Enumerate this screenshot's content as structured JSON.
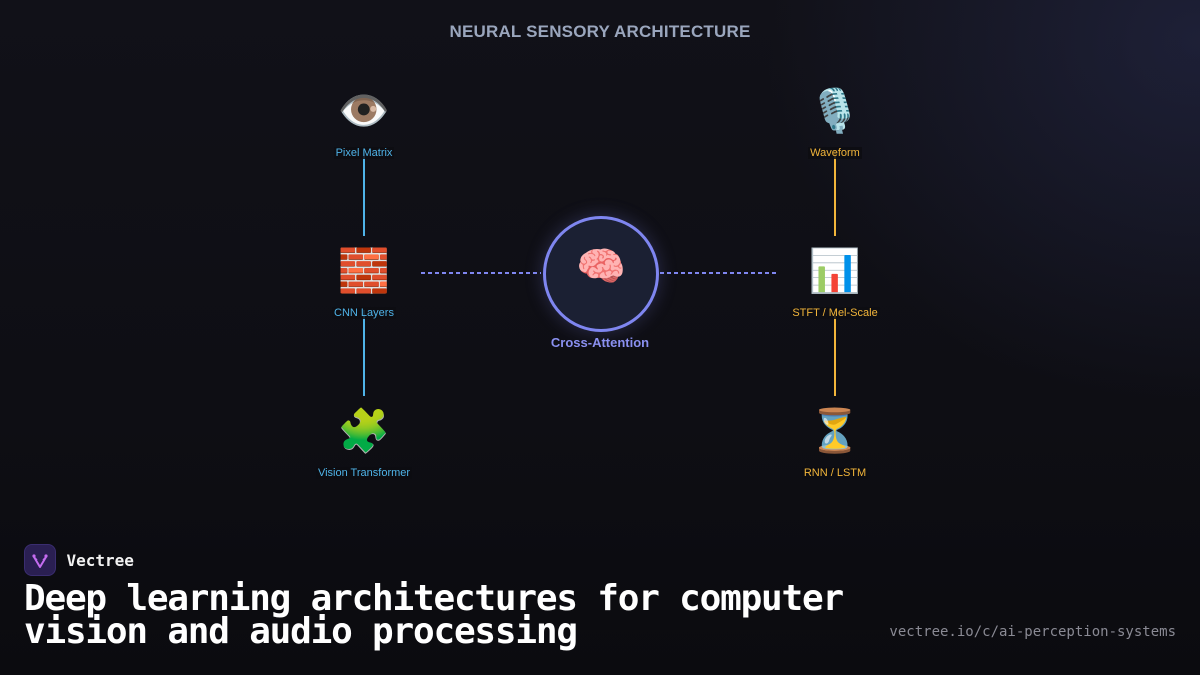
{
  "diagram": {
    "title": "NEURAL SENSORY ARCHITECTURE",
    "vision_nodes": [
      {
        "icon": "eye-icon",
        "glyph": "👁️",
        "label": "Pixel Matrix"
      },
      {
        "icon": "bricks-icon",
        "glyph": "🧱",
        "label": "CNN Layers"
      },
      {
        "icon": "puzzle-piece-icon",
        "glyph": "🧩",
        "label": "Vision Transformer"
      }
    ],
    "audio_nodes": [
      {
        "icon": "microphone-icon",
        "glyph": "🎙️",
        "label": "Waveform"
      },
      {
        "icon": "bar-chart-icon",
        "glyph": "📊",
        "label": "STFT / Mel-Scale"
      },
      {
        "icon": "hourglass-icon",
        "glyph": "⏳",
        "label": "RNN / LSTM"
      }
    ],
    "core": {
      "icon": "brain-icon",
      "glyph": "🧠",
      "label": "Cross-Attention"
    },
    "colors": {
      "vision": "#4fb3e8",
      "audio": "#f2b53a",
      "core": "#7f86f0"
    }
  },
  "footer": {
    "brand_name": "Vectree",
    "headline": "Deep learning architectures for computer vision and audio processing",
    "url": "vectree.io/c/ai-perception-systems"
  }
}
